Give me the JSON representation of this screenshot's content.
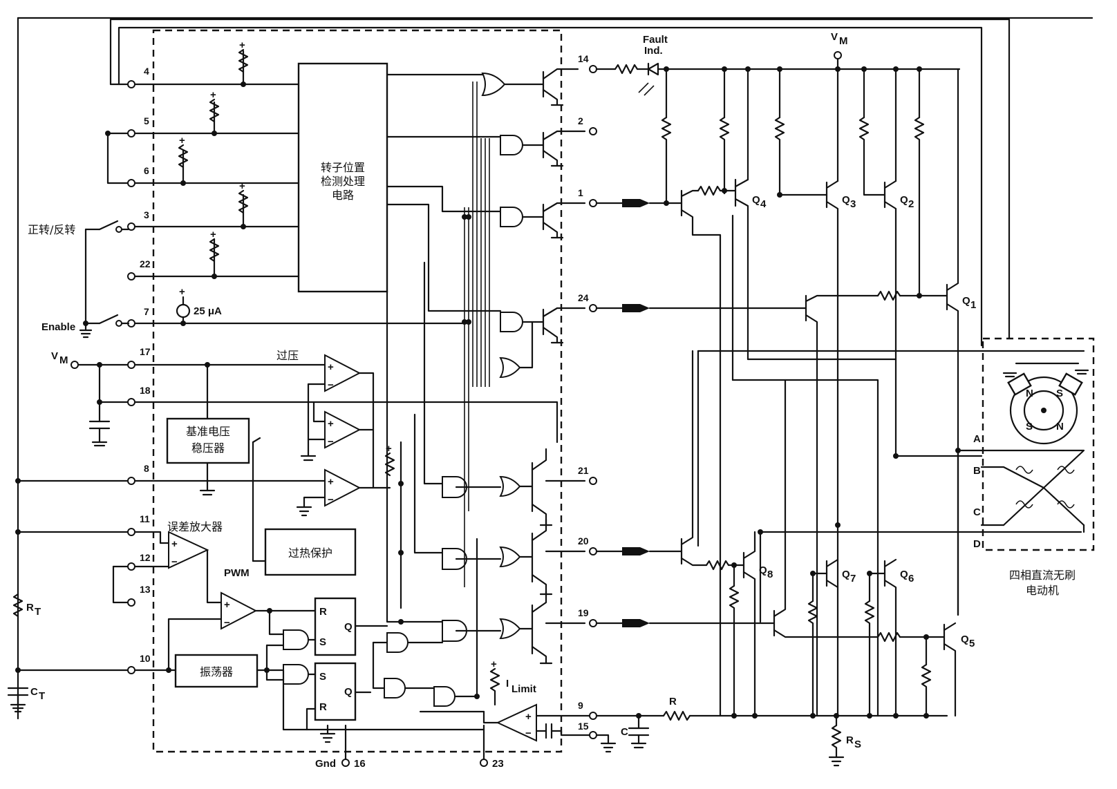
{
  "blocks": {
    "rotor": [
      "转子位置",
      "检测处理",
      "电路"
    ],
    "ref": [
      "基准电压",
      "稳压器"
    ],
    "thermal": "过热保护",
    "osc": "振荡器",
    "err_amp": "误差放大器",
    "pwm": "PWM",
    "overvolt": "过压",
    "current_src": "25 μA",
    "fwd_rev": "正转/反转",
    "enable": "Enable",
    "motor": [
      "四相直流无刷",
      "电动机"
    ]
  },
  "pins_left": [
    {
      "num": "4"
    },
    {
      "num": "5"
    },
    {
      "num": "6"
    },
    {
      "num": "3"
    },
    {
      "num": "22"
    },
    {
      "num": "7"
    },
    {
      "num": "17"
    },
    {
      "num": "18"
    },
    {
      "num": "8"
    },
    {
      "num": "11"
    },
    {
      "num": "12"
    },
    {
      "num": "13"
    },
    {
      "num": "10"
    }
  ],
  "pins_right": [
    {
      "num": "14"
    },
    {
      "num": "2"
    },
    {
      "num": "1"
    },
    {
      "num": "24"
    },
    {
      "num": "21"
    },
    {
      "num": "20"
    },
    {
      "num": "19"
    },
    {
      "num": "9"
    },
    {
      "num": "15"
    }
  ],
  "pins_bottom": {
    "gnd": "Gnd",
    "gnd_num": "16",
    "p23": "23"
  },
  "latch": {
    "r": "R",
    "s": "S",
    "q": "Q"
  },
  "components": {
    "vm": "V",
    "vm_sub": "M",
    "rt": "R",
    "rt_sub": "T",
    "ct": "C",
    "ct_sub": "T",
    "ilimit": "I",
    "ilimit_sub": "Limit",
    "r": "R",
    "c": "C",
    "rs": "R",
    "rs_sub": "S",
    "fault": [
      "Fault",
      "Ind."
    ]
  },
  "transistors": [
    {
      "name": "Q",
      "sub": "4"
    },
    {
      "name": "Q",
      "sub": "3"
    },
    {
      "name": "Q",
      "sub": "2"
    },
    {
      "name": "Q",
      "sub": "1"
    },
    {
      "name": "Q",
      "sub": "8"
    },
    {
      "name": "Q",
      "sub": "7"
    },
    {
      "name": "Q",
      "sub": "6"
    },
    {
      "name": "Q",
      "sub": "5"
    }
  ],
  "phases": [
    "A",
    "B",
    "C",
    "D"
  ],
  "hall": [
    "N",
    "S",
    "S",
    "N"
  ]
}
